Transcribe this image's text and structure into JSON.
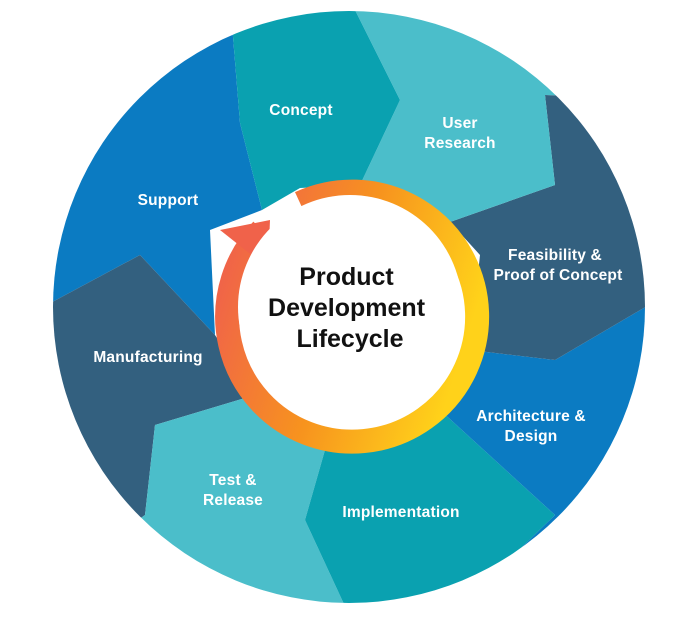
{
  "diagram": {
    "center": {
      "lines": [
        "Product",
        "Development",
        "Lifecycle"
      ]
    },
    "segments": [
      {
        "id": "concept",
        "lines": [
          "Concept"
        ],
        "color": "#0AA1B0"
      },
      {
        "id": "user-research",
        "lines": [
          "User",
          "Research"
        ],
        "color": "#4BBECA"
      },
      {
        "id": "feasibility",
        "lines": [
          "Feasibility &",
          "Proof of Concept"
        ],
        "color": "#33607F"
      },
      {
        "id": "architecture",
        "lines": [
          "Architecture &",
          "Design"
        ],
        "color": "#0B7BC2"
      },
      {
        "id": "implementation",
        "lines": [
          "Implementation"
        ],
        "color": "#0AA1B0"
      },
      {
        "id": "test-release",
        "lines": [
          "Test &",
          "Release"
        ],
        "color": "#4BBECA"
      },
      {
        "id": "manufacturing",
        "lines": [
          "Manufacturing"
        ],
        "color": "#33607F"
      },
      {
        "id": "support",
        "lines": [
          "Support"
        ],
        "color": "#0B7BC2"
      }
    ],
    "colors": {
      "arrow_start": "#F0624A",
      "arrow_mid": "#F7931E",
      "arrow_end": "#FFD21A",
      "center_fill": "#FFFFFF"
    }
  }
}
